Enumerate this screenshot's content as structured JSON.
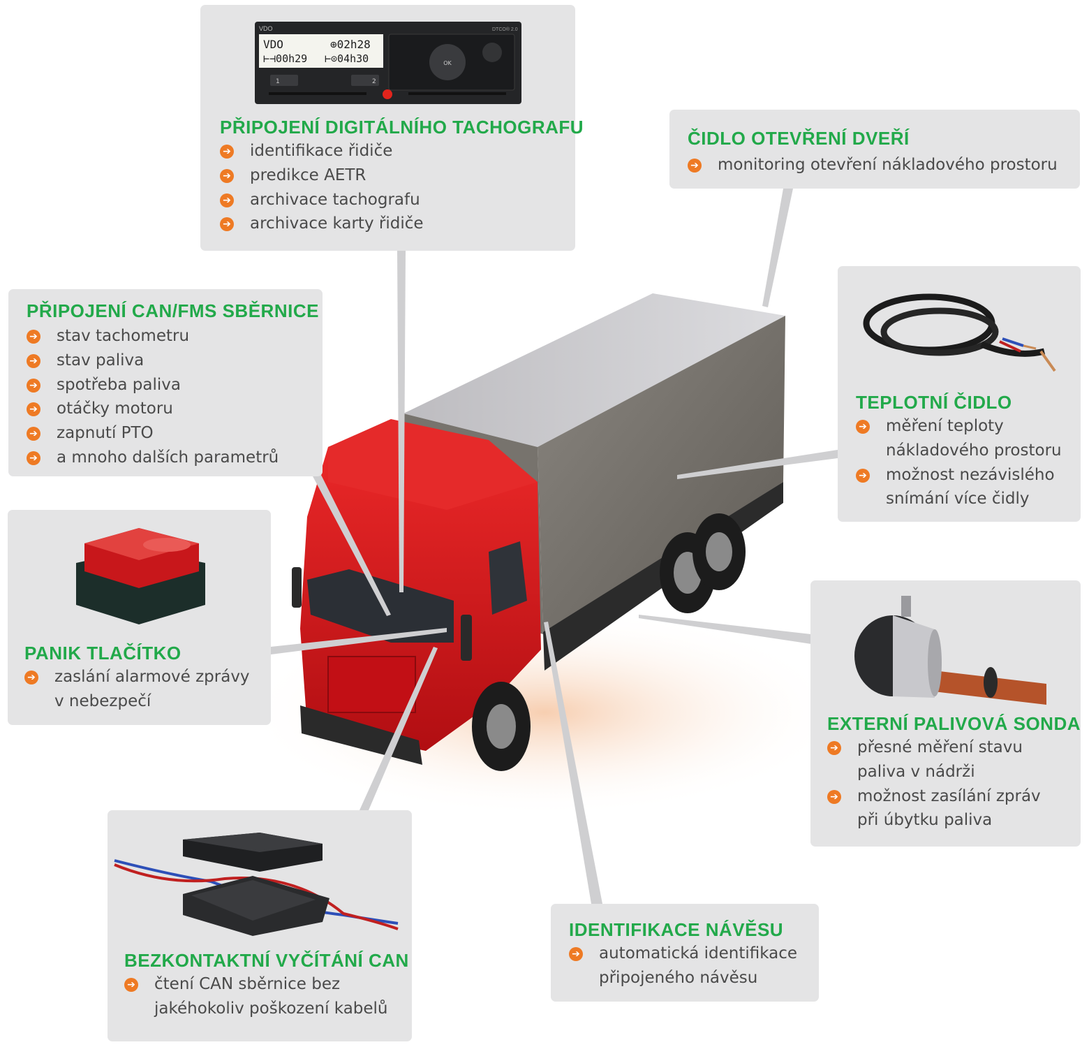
{
  "colors": {
    "accent_green": "#22a94a",
    "bullet_orange": "#ee7a24",
    "panel_bg": "#e4e4e5",
    "truck_red": "#d8141a"
  },
  "bullet_icon": "arrow-right-icon",
  "tachograph": {
    "brand": "VDO",
    "model": "DTCO® 2.0",
    "line1_left": "VDO",
    "line1_right": "⊕02h28",
    "line2_left": "⊢⊣00h29",
    "line2_right": "⊢⊙04h30",
    "key1": "1",
    "key2": "2",
    "ok": "OK"
  },
  "panels": {
    "tachograf": {
      "title": "PŘIPOJENÍ DIGITÁLNÍHO TACHOGRAFU",
      "items": [
        "identifikace řidiče",
        "predikce AETR",
        "archivace tachografu",
        "archivace karty řidiče"
      ]
    },
    "dvere": {
      "title": "ČIDLO OTEVŘENÍ DVEŘÍ",
      "items": [
        "monitoring otevření nákladového prostoru"
      ]
    },
    "can": {
      "title": "PŘIPOJENÍ CAN/FMS SBĚRNICE",
      "items": [
        "stav tachometru",
        "stav paliva",
        "spotřeba paliva",
        "otáčky motoru",
        "zapnutí PTO",
        "a mnoho dalších parametrů"
      ]
    },
    "teplota": {
      "title": "TEPLOTNÍ ČIDLO",
      "items": [
        [
          "měření teploty",
          "nákladového prostoru"
        ],
        [
          "možnost nezávislého",
          "snímání více čidly"
        ]
      ]
    },
    "panik": {
      "title": "PANIK TLAČÍTKO",
      "items": [
        [
          "zaslání alarmové zprávy",
          "v nebezpečí"
        ]
      ]
    },
    "sonda": {
      "title": "EXTERNÍ PALIVOVÁ SONDA",
      "items": [
        [
          "přesné měření stavu",
          "paliva v nádrži"
        ],
        [
          "možnost zasílání zpráv",
          "při úbytku paliva"
        ]
      ]
    },
    "navesu": {
      "title": "IDENTIFIKACE NÁVĚSU",
      "items": [
        [
          "automatická identifikace",
          "připojeného návěsu"
        ]
      ]
    },
    "bezkontakt": {
      "title": "BEZKONTAKTNÍ VYČÍTÁNÍ CAN",
      "items": [
        [
          "čtení CAN sběrnice bez",
          "jakéhokoliv poškození kabelů"
        ]
      ]
    }
  }
}
